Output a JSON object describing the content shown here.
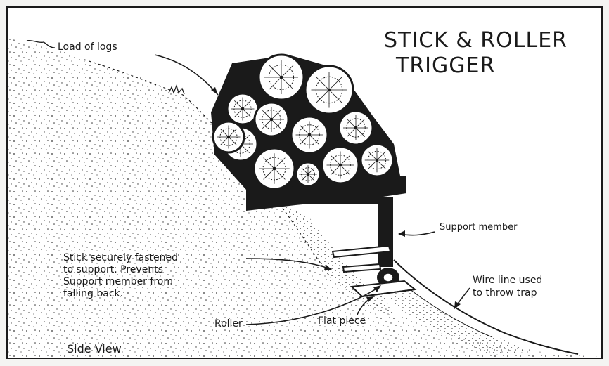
{
  "title": {
    "line1": "STICK & ROLLER",
    "line2": "TRIGGER"
  },
  "labels": {
    "load_of_logs": "Load of logs",
    "support_member": "Support member",
    "stick_line1": "Stick securely fastened",
    "stick_line2": "to support. Prevents",
    "stick_line3": "Support member from",
    "stick_line4": "falling back.",
    "wire_line1": "Wire line used",
    "wire_line2": "to throw trap",
    "roller": "Roller",
    "flat_piece": "Flat piece",
    "side_view": "Side View"
  },
  "colors": {
    "ink": "#1a1a1a",
    "paper": "#ffffff",
    "background": "#f4f4f2"
  }
}
